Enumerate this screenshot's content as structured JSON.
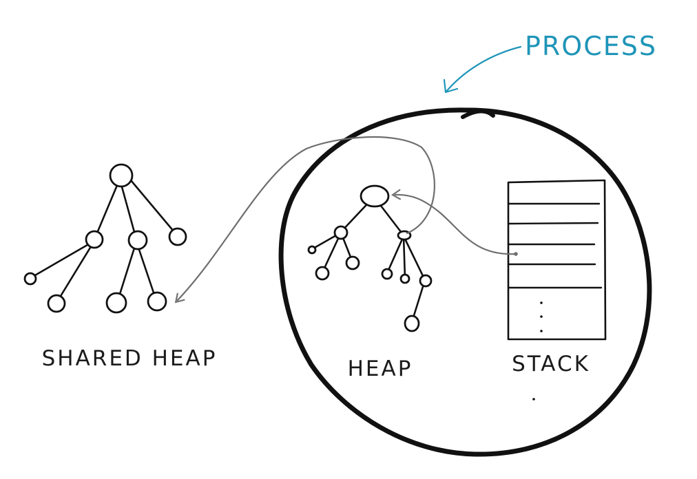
{
  "labels": {
    "process": "PROCESS",
    "shared_heap": "SHARED HEAP",
    "heap": "HEAP",
    "stack": "STACK"
  },
  "colors": {
    "ink": "#111111",
    "accent": "#1f95b8",
    "pointer": "#6e6e6e"
  }
}
